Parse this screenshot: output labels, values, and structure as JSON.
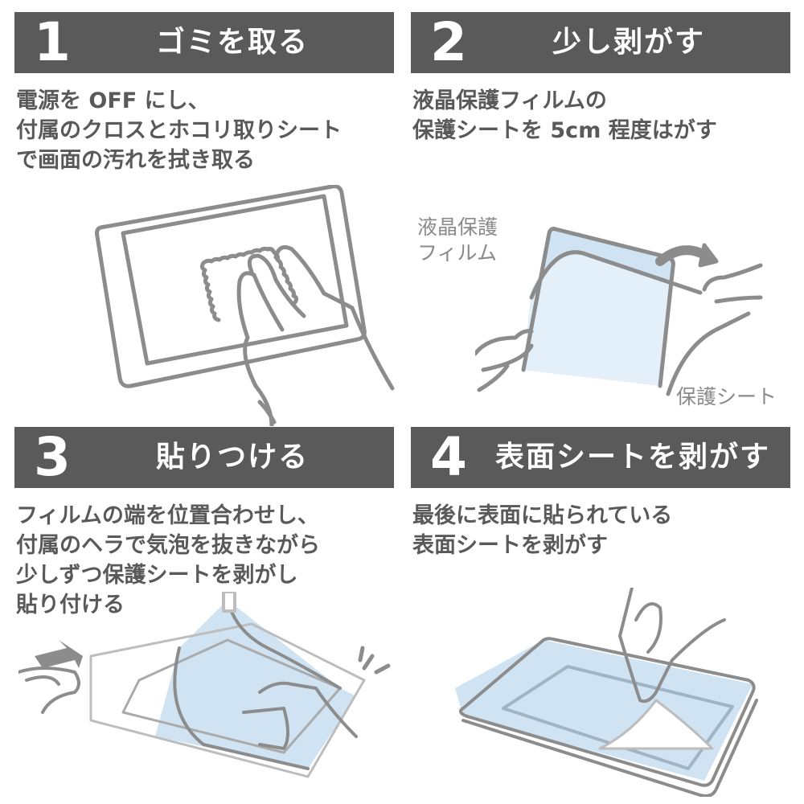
{
  "colors": {
    "header_bg": "#5a5a5a",
    "header_text": "#ffffff",
    "body_text": "#595959",
    "film_blue": "#cfe3f3",
    "line_gray": "#8c8c8c"
  },
  "steps": [
    {
      "number": "1",
      "title": "ゴミを取る",
      "description": "電源を OFF にし、\n付属のクロスとホコリ取りシート\nで画面の汚れを拭き取る"
    },
    {
      "number": "2",
      "title": "少し剥がす",
      "description": "液晶保護フィルムの\n保護シートを 5cm 程度はがす",
      "labels": {
        "film": "液晶保護\nフィルム",
        "sheet": "保護シート"
      }
    },
    {
      "number": "3",
      "title": "貼りつける",
      "description": "フィルムの端を位置合わせし、\n付属のヘラで気泡を抜きながら\n少しずつ保護シートを剥がし\n貼り付ける"
    },
    {
      "number": "4",
      "title": "表面シートを剥がす",
      "description": "最後に表面に貼られている\n表面シートを剥がす"
    }
  ]
}
